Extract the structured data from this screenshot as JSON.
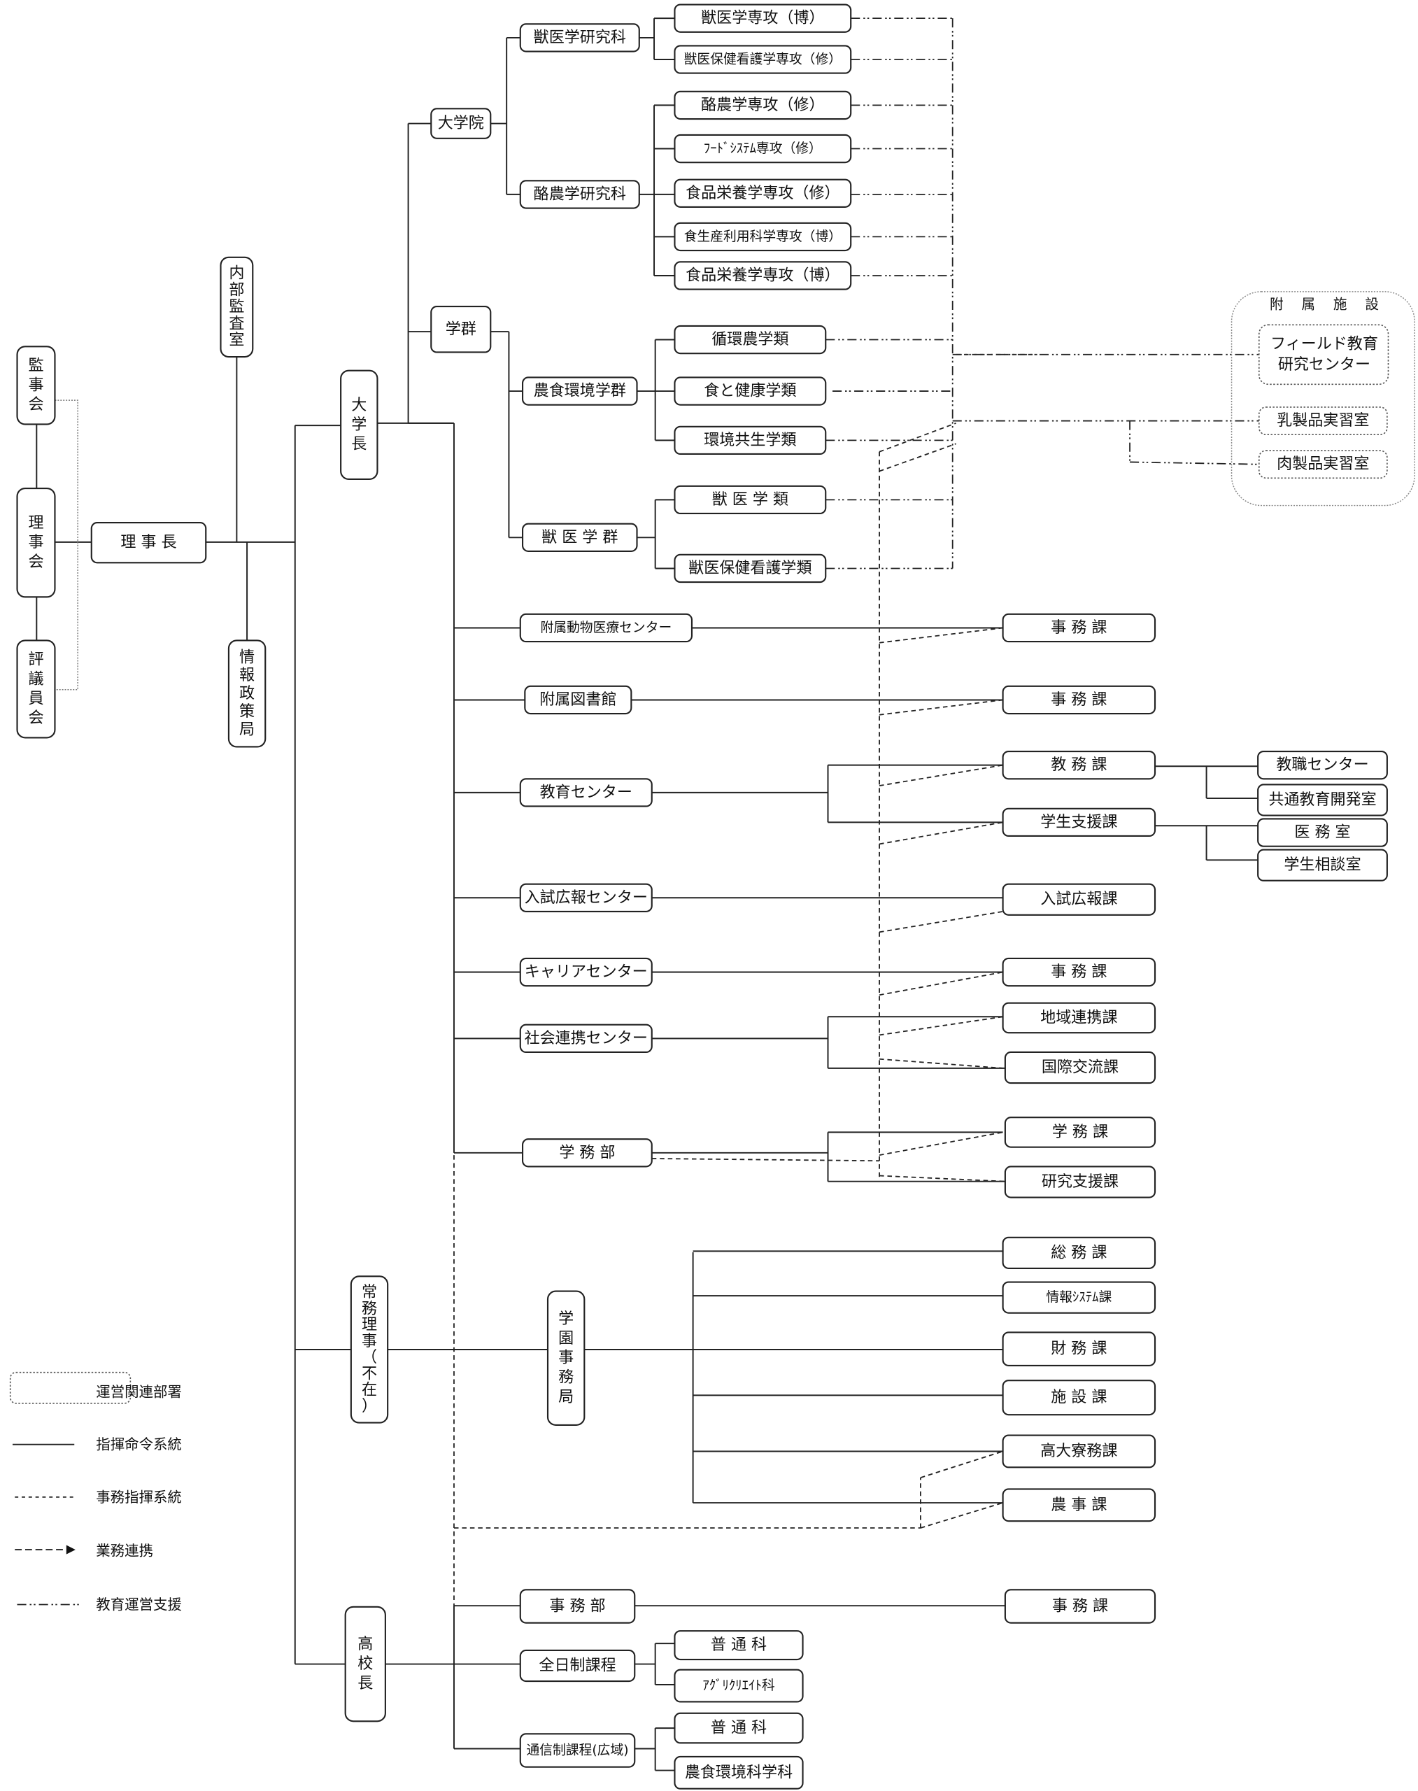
{
  "title": "学校法人 組織図",
  "governance": {
    "auditors": "監事会",
    "board": "理事会",
    "councilors": "評議員会",
    "chairman": "理 事 長",
    "internal_audit": "内部監査室",
    "info_policy": "情報政策局"
  },
  "university": {
    "president": "大学長",
    "graduate_school": {
      "label": "大学院",
      "divisions": [
        {
          "label": "獣医学研究科",
          "majors": [
            "獣医学専攻（博）",
            "獣医保健看護学専攻（修）"
          ]
        },
        {
          "label": "酪農学研究科",
          "majors": [
            "酪農学専攻（修）",
            "ﾌｰﾄﾞｼｽﾃﾑ専攻（修）",
            "食品栄養学専攻（修）",
            "食生産利用科学専攻（博）",
            "食品栄養学専攻（博）"
          ]
        }
      ]
    },
    "faculty_group": {
      "label": "学群",
      "divisions": [
        {
          "label": "農食環境学群",
          "classes": [
            "循環農学類",
            "食と健康学類",
            "環境共生学類"
          ]
        },
        {
          "label": "獣 医 学 群",
          "classes": [
            "獣 医 学 類",
            "獣医保健看護学類"
          ]
        }
      ]
    },
    "affiliated_facilities": {
      "heading": "附 属 施 設",
      "items": [
        "フィールド教育\n研究センター",
        "乳製品実習室",
        "肉製品実習室"
      ]
    },
    "centers": [
      {
        "label": "附属動物医療センター",
        "sections": [
          "事 務 課"
        ]
      },
      {
        "label": "附属図書館",
        "sections": [
          "事 務 課"
        ]
      },
      {
        "label": "教育センター",
        "sections": [
          "教 務 課",
          "学生支援課"
        ]
      },
      {
        "label": "入試広報センター",
        "sections": [
          "入試広報課"
        ]
      },
      {
        "label": "キャリアセンター",
        "sections": [
          "事 務 課"
        ]
      },
      {
        "label": "社会連携センター",
        "sections": [
          "地域連携課",
          "国際交流課"
        ]
      },
      {
        "label": "学 務 部",
        "sections": [
          "学 務 課",
          "研究支援課"
        ]
      }
    ],
    "sub_units": {
      "academic_affairs": [
        "教職センター",
        "共通教育開発室"
      ],
      "student_support": [
        "医 務 室",
        "学生相談室"
      ]
    }
  },
  "executive_director": {
    "label": "常務理事（不在）",
    "office": "学園事務局",
    "sections": [
      "総 務 課",
      "情報ｼｽﾃﾑ課",
      "財 務 課",
      "施 設 課",
      "高大寮務課",
      "農 事 課"
    ]
  },
  "high_school": {
    "principal": "高校長",
    "office": {
      "label": "事 務 部",
      "section": "事 務 課"
    },
    "fulltime": {
      "label": "全日制課程",
      "courses": [
        "普 通 科",
        "ｱｸﾞﾘｸﾘｴｲﾄ科"
      ]
    },
    "correspondence": {
      "label": "通信制課程(広域)",
      "courses": [
        "普 通 科",
        "農食環境科学科"
      ]
    }
  },
  "legend": [
    {
      "label": "運営関連部署",
      "style": "dotted-box"
    },
    {
      "label": "指揮命令系統",
      "style": "solid"
    },
    {
      "label": "事務指揮系統",
      "style": "dashed"
    },
    {
      "label": "業務連携",
      "style": "dashed-arrow"
    },
    {
      "label": "教育運営支援",
      "style": "dash-dot"
    }
  ]
}
